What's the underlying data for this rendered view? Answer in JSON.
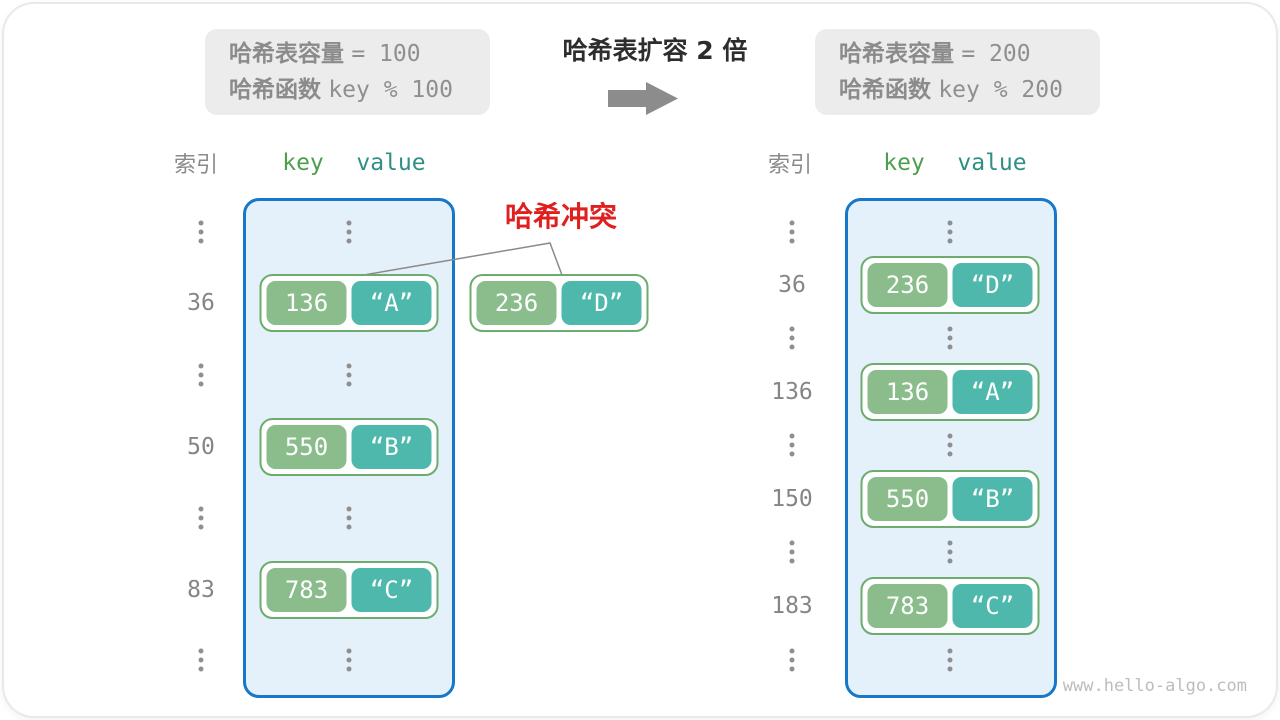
{
  "header": {
    "before_box": {
      "line1_label": "哈希表容量",
      "line1_value": "= 100",
      "line2_label": "哈希函数",
      "line2_value": "key % 100"
    },
    "transition_title": "哈希表扩容 2 倍",
    "after_box": {
      "line1_label": "哈希表容量",
      "line1_value": "= 200",
      "line2_label": "哈希函数",
      "line2_value": "key % 200"
    }
  },
  "collision_label": "哈希冲突",
  "floating_pair": {
    "key": "236",
    "value": "“D”"
  },
  "left_table": {
    "headers": {
      "index": "索引",
      "key": "key",
      "value": "value"
    },
    "entries": [
      {
        "index": "36",
        "key": "136",
        "value": "“A”"
      },
      {
        "index": "50",
        "key": "550",
        "value": "“B”"
      },
      {
        "index": "83",
        "key": "783",
        "value": "“C”"
      }
    ]
  },
  "right_table": {
    "headers": {
      "index": "索引",
      "key": "key",
      "value": "value"
    },
    "entries": [
      {
        "index": "36",
        "key": "236",
        "value": "“D”"
      },
      {
        "index": "136",
        "key": "136",
        "value": "“A”"
      },
      {
        "index": "150",
        "key": "550",
        "value": "“B”"
      },
      {
        "index": "183",
        "key": "783",
        "value": "“C”"
      }
    ]
  },
  "watermark": "www.hello-algo.com",
  "colors": {
    "bucket_fill": "#e4f0fa",
    "bucket_border": "#1777c8",
    "key_cell": "#8abc8c",
    "value_cell": "#4fb8ac",
    "pair_border": "#6dac6e",
    "collision_red": "#e01f1f",
    "info_box_bg": "#ececec",
    "gray_text": "#8f8f8f"
  }
}
